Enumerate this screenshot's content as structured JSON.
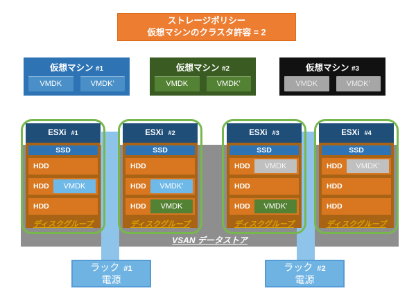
{
  "policy": {
    "line1": "ストレージポリシー",
    "line2": "仮想マシンのクラスタ許容 = 2"
  },
  "vms": [
    {
      "name": "仮想マシン",
      "number": "#1",
      "theme": "blue",
      "disks": [
        "VMDK",
        "VMDK’"
      ]
    },
    {
      "name": "仮想マシン",
      "number": "#2",
      "theme": "green",
      "disks": [
        "VMDK",
        "VMDK’"
      ]
    },
    {
      "name": "仮想マシン",
      "number": "#3",
      "theme": "black",
      "disks": [
        "VMDK",
        "VMDK’"
      ]
    }
  ],
  "hosts": [
    {
      "name": "ESXi",
      "number": "#1",
      "ssd": "SSD",
      "disk_group_label": "ディスクグループ",
      "hdds": [
        {
          "label": "HDD"
        },
        {
          "label": "HDD",
          "vmdk": {
            "text": "VMDK",
            "style": "lightblue"
          }
        },
        {
          "label": "HDD"
        }
      ]
    },
    {
      "name": "ESXi",
      "number": "#2",
      "ssd": "SSD",
      "disk_group_label": "ディスクグループ",
      "hdds": [
        {
          "label": "HDD"
        },
        {
          "label": "HDD",
          "vmdk": {
            "text": "VMDK’",
            "style": "lightblue"
          }
        },
        {
          "label": "HDD",
          "vmdk": {
            "text": "VMDK",
            "style": "green"
          }
        }
      ]
    },
    {
      "name": "ESXi",
      "number": "#3",
      "ssd": "SSD",
      "disk_group_label": "ディスクグループ",
      "hdds": [
        {
          "label": "HDD",
          "vmdk": {
            "text": "VMDK",
            "style": "gray"
          }
        },
        {
          "label": "HDD"
        },
        {
          "label": "HDD",
          "vmdk": {
            "text": "VMDK’",
            "style": "green"
          }
        }
      ]
    },
    {
      "name": "ESXi",
      "number": "#4",
      "ssd": "SSD",
      "disk_group_label": "ディスクグループ",
      "hdds": [
        {
          "label": "HDD",
          "vmdk": {
            "text": "VMDK’",
            "style": "gray"
          }
        },
        {
          "label": "HDD"
        },
        {
          "label": "HDD"
        }
      ]
    }
  ],
  "datastore": {
    "label": "VSAN データストア"
  },
  "racks": [
    {
      "line1": "ラック",
      "number": "#1",
      "line2": "電源"
    },
    {
      "line1": "ラック",
      "number": "#2",
      "line2": "電源"
    }
  ],
  "colors": {
    "policy_orange": "#ED7D31",
    "policy_border": "#DE6F1E",
    "vm_blue": "#2E74B5",
    "vm_blue_chip": "#4A8FC7",
    "vm_green": "#3A5B22",
    "vm_green_chip": "#548235",
    "vm_black": "#111111",
    "vm_black_chip": "#A6A6A6",
    "host_navy": "#1F4E79",
    "ssd_blue": "#2E74B5",
    "host_body_brown": "#A96315",
    "hdd_orange": "#D8771F",
    "outline_green": "#77B84E",
    "band_gray": "#8E8E8E",
    "bar_blue": "#8FC4EA",
    "rack_blue": "#6FB3E3",
    "rack_border": "#559CD6",
    "vmdk_lightblue": "#6FB9E9",
    "vmdk_green": "#548235",
    "vmdk_gray": "#C0C0C0",
    "gold_text": "#D6A400"
  }
}
